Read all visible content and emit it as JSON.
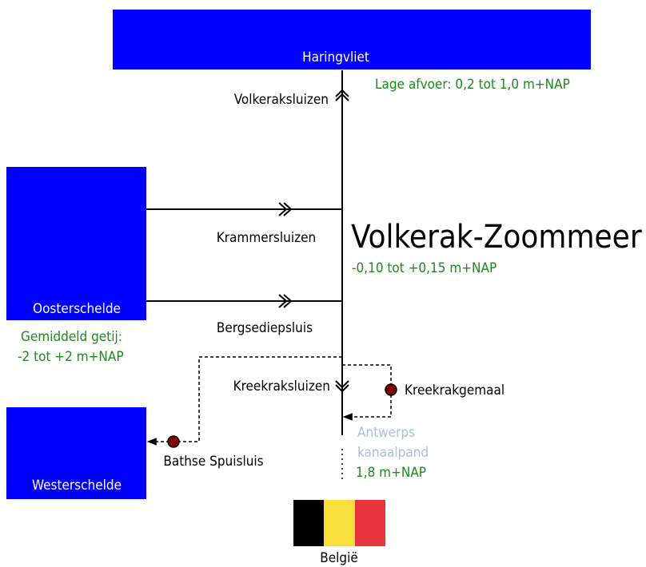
{
  "colors": {
    "water": "#0000ff",
    "green_text": "#1a8a1a",
    "light_blue_text": "#a7bfe0",
    "pump": "#7a0000",
    "flag_black": "#000000",
    "flag_yellow": "#f9de3c",
    "flag_red": "#e8343f"
  },
  "water_bodies": {
    "haringvliet": "Haringvliet",
    "oosterschelde": "Oosterschelde",
    "westerschelde": "Westerschelde"
  },
  "locks": {
    "volkeraksluizen": "Volkeraksluizen",
    "krammersluizen": "Krammersluizen",
    "bergsediepsluis": "Bergsediepsluis",
    "kreekraksluizen": "Kreekraksluizen",
    "bathse_spuisluis": "Bathse Spuisluis",
    "kreekrakgemaal": "Kreekrakgemaal"
  },
  "main_water": {
    "name": "Volkerak-Zoommeer",
    "level": "-0,10 tot +0,15 m+NAP"
  },
  "levels": {
    "haringvliet": "Lage afvoer: 0,2 tot 1,0 m+NAP",
    "oosterschelde_line1": "Gemiddeld getij:",
    "oosterschelde_line2": "-2 tot +2 m+NAP",
    "antwerps_line1": "Antwerps",
    "antwerps_line2": "kanaalpand",
    "antwerps_level": "1,8 m+NAP"
  },
  "country": {
    "name": "België",
    "flag": "belgian-flag-icon"
  }
}
